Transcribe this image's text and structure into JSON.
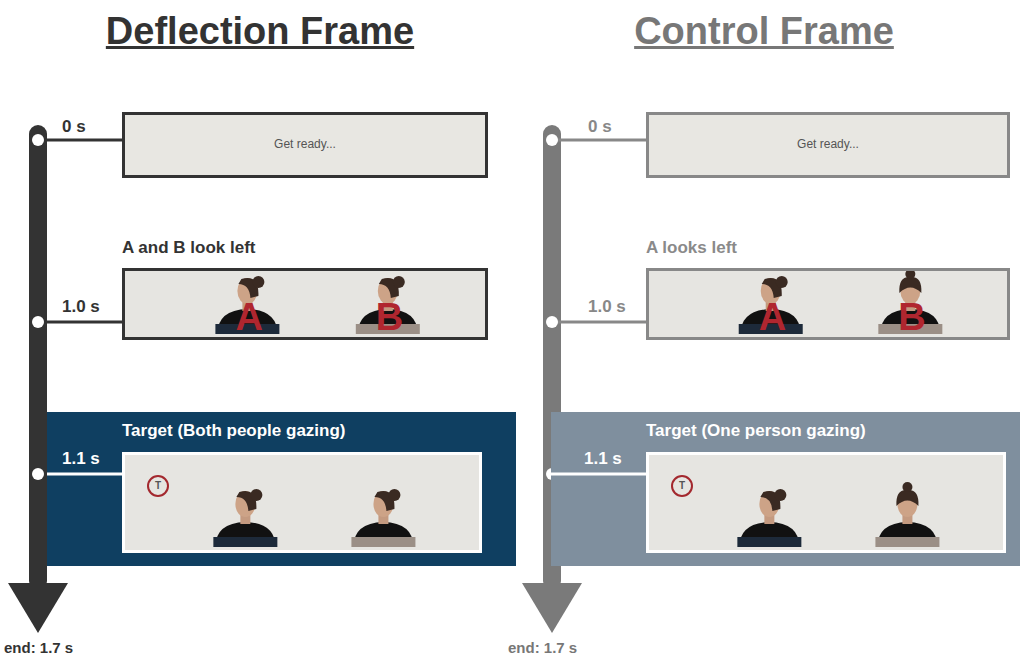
{
  "diagram": {
    "nodes": [
      {
        "text": [
          "Get ready..."
        ]
      },
      {
        "text": [
          "A and B look left",
          "A",
          "B"
        ]
      },
      {
        "text": [
          "Target (Both people gazing)"
        ]
      },
      {
        "text": [
          "T"
        ],
        "in": 2
      },
      {
        "text": [
          "Get ready..."
        ]
      },
      {
        "text": [
          "A looks left",
          "A",
          "B"
        ]
      },
      {
        "text": [
          "Target (One person gazing)"
        ]
      },
      {
        "text": [
          "T"
        ],
        "in": 6
      }
    ],
    "labels": [
      "Deflection Frame",
      "0 s",
      "1.0 s",
      "1.1 s",
      "end: 1.7 s",
      "Control Frame",
      "0 s",
      "1.0 s",
      "1.1 s",
      "end: 1.7 s"
    ]
  }
}
